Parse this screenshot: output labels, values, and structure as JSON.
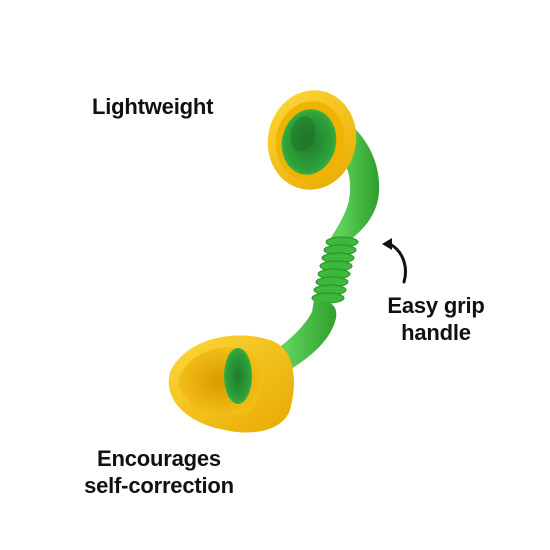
{
  "labels": {
    "lightweight": "Lightweight",
    "grip_line1": "Easy grip",
    "grip_line2": "handle",
    "correction_line1": "Encourages",
    "correction_line2": "self-correction"
  },
  "colors": {
    "background": "#ffffff",
    "body_green": "#3fbf3a",
    "cup_yellow": "#f4c20d",
    "inner_green": "#2f9e3a",
    "text": "#111111"
  },
  "icons": {
    "arrow": "curved-arrow-icon"
  }
}
